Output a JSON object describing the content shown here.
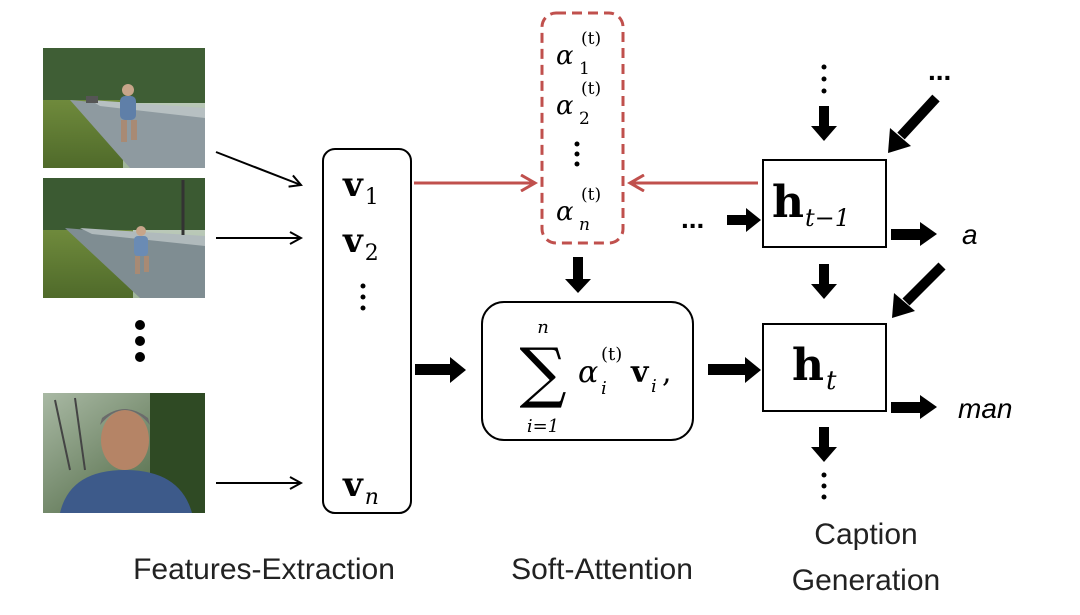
{
  "stages": {
    "features_extraction": "Features-Extraction",
    "soft_attention": "Soft-Attention",
    "caption_line1": "Caption",
    "caption_line2": "Generation"
  },
  "frames": [
    "frame-running-1",
    "frame-running-2",
    "frame-face"
  ],
  "feature_vector": {
    "symbol": "v",
    "items": [
      {
        "sub": "1"
      },
      {
        "sub": "2"
      },
      {
        "sub": "n"
      }
    ]
  },
  "attention": {
    "symbol": "α",
    "sup": "(t)",
    "weights": [
      {
        "sub": "1"
      },
      {
        "sub": "2"
      },
      {
        "sub": "n"
      }
    ]
  },
  "weighted_sum": {
    "sigma": "∑",
    "upper": "n",
    "lower": "i=1",
    "alpha": "α",
    "sub": "i",
    "sup": "(t)",
    "v": "v",
    "v_sub": "i",
    "comma": ","
  },
  "hidden_states": {
    "prev": {
      "symbol": "h",
      "sub": "t−1"
    },
    "curr": {
      "symbol": "h",
      "sub": "t"
    }
  },
  "outputs": {
    "word1": "a",
    "word2": "man"
  },
  "ellipsis": "...",
  "colors": {
    "attention_red": "#c0504d",
    "ink": "#000000"
  }
}
